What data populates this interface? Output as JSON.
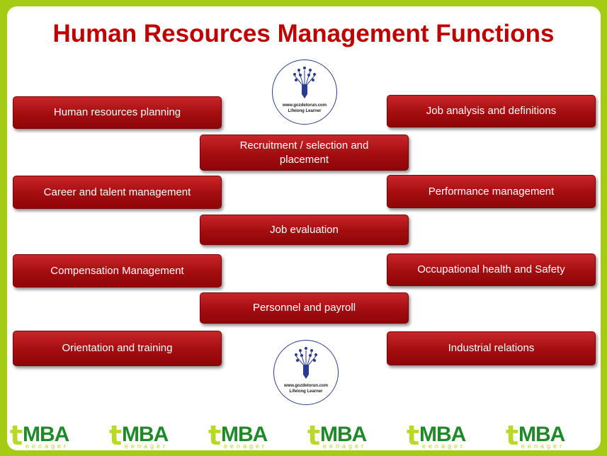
{
  "title": "Human Resources Management Functions",
  "logo": {
    "url": "www.gozdetorun.com",
    "tagline": "Lifelong Learner"
  },
  "left": [
    "Human resources planning",
    "Career and talent management",
    "Compensation Management",
    "Orientation and training"
  ],
  "middle": [
    "Recruitment / selection and placement",
    "Job evaluation",
    "Personnel and payroll"
  ],
  "right": [
    "Job analysis and definitions",
    "Performance management",
    "Occupational health and Safety",
    "Industrial relations"
  ],
  "brand": {
    "t": "t",
    "mba": "MBA",
    "sub": "eenager"
  }
}
